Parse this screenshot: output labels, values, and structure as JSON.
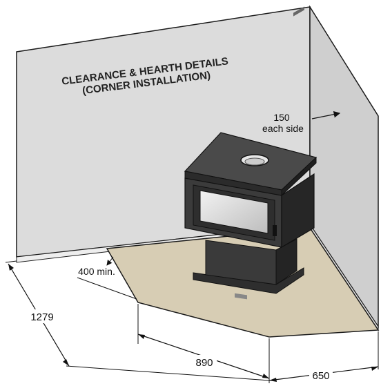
{
  "diagram": {
    "title_line1": "CLEARANCE & HEARTH DETAILS",
    "title_line2": "(CORNER INSTALLATION)",
    "side_clearance_value": "150",
    "side_clearance_note": "each side",
    "front_clearance": "400 min.",
    "dim_depth": "1279",
    "dim_front_width": "890",
    "dim_side_width": "650"
  },
  "colors": {
    "wall": "#dcdcdc",
    "wall_right": "#cfcfcf",
    "hearth": "#d7cdb4",
    "stove": "#3b3b3b",
    "stove_dark": "#222222",
    "outline": "#1a1a1a"
  }
}
